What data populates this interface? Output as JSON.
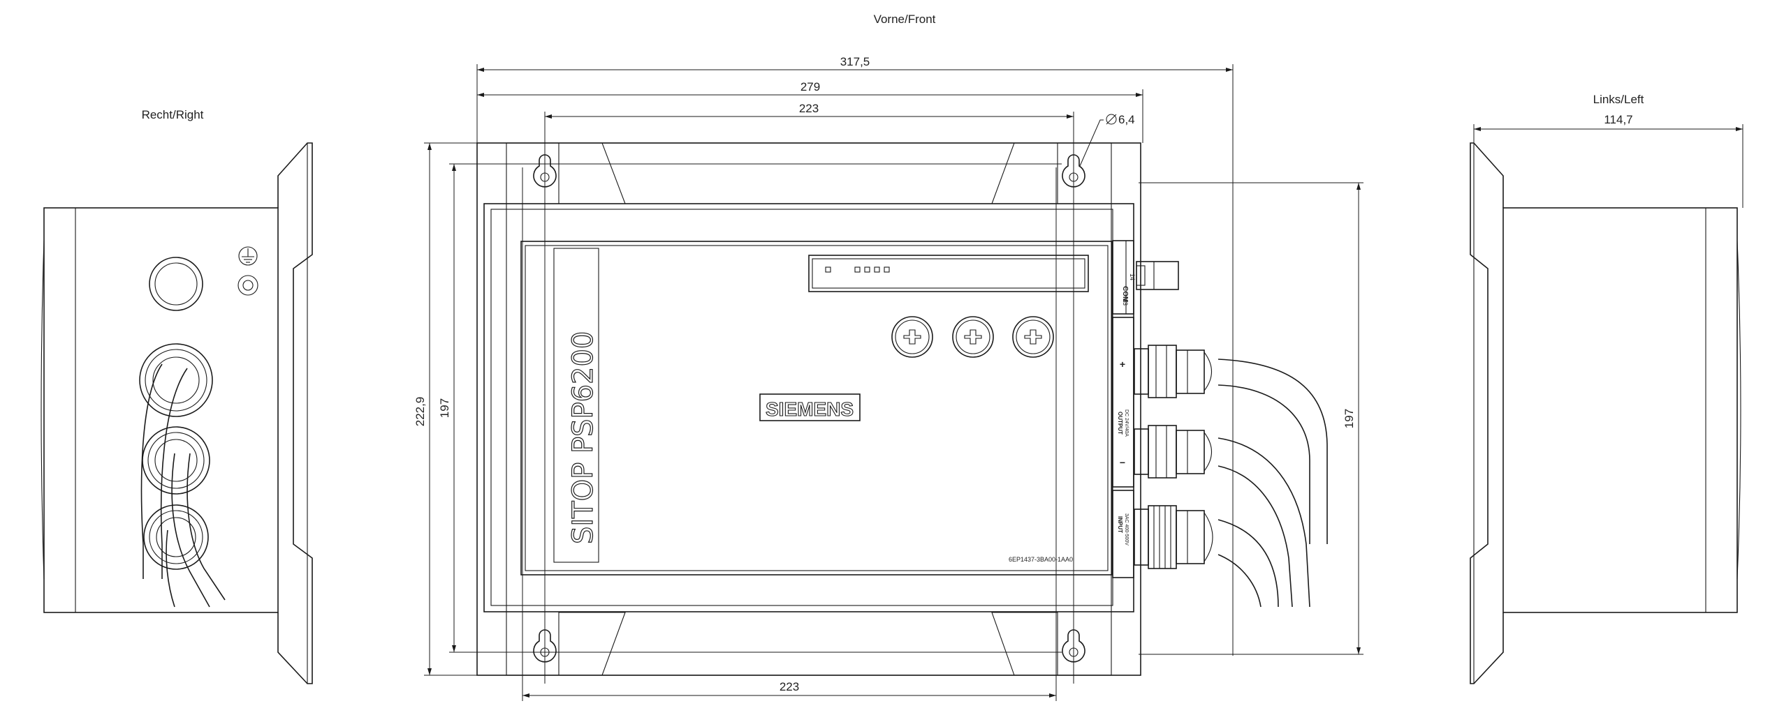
{
  "views": {
    "front": "Vorne/Front",
    "right": "Recht/Right",
    "left": "Links/Left"
  },
  "dimensions": {
    "overall_width": "317,5",
    "inner_width": "279",
    "hole_spacing_top": "223",
    "hole_spacing_bottom": "223",
    "hole_diameter": "6,4",
    "overall_height": "222,9",
    "body_height": "197",
    "right_height": "197",
    "depth": "114,7"
  },
  "device": {
    "product": "SITOP PSP6200",
    "brand": "SIEMENS",
    "order_number": "6EP1437-3BA00-1AA0",
    "terminal_com": "COM",
    "terminal_13": "13",
    "terminal_14": "14",
    "output_label": "OUTPUT",
    "output_spec": "DC 24V/40A",
    "plus": "+",
    "minus": "−",
    "input_label": "INPUT",
    "input_spec": "3AC 400-500V"
  }
}
